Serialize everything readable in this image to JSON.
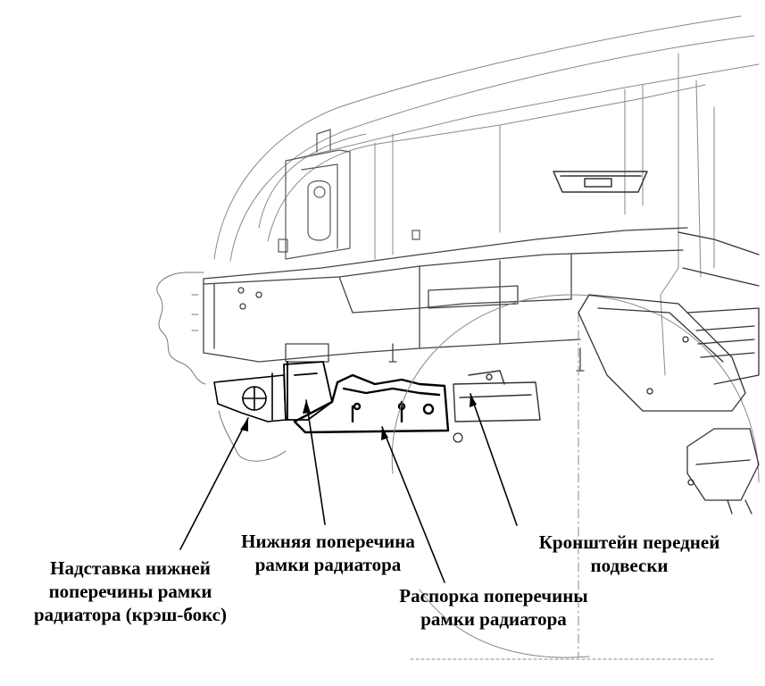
{
  "labels": {
    "crash_box": [
      "Надставка нижней",
      "поперечины рамки",
      "радиатора (крэш-бокс)"
    ],
    "lower_crossmember": [
      "Нижняя поперечина",
      "рамки радиатора"
    ],
    "strut": [
      "Распорка поперечины",
      "рамки радиатора"
    ],
    "bracket": [
      "Кронштейн передней",
      "подвески"
    ]
  },
  "colors": {
    "ink": "#000000",
    "line_light": "#8a8a8a",
    "line_mid": "#5a5a5a"
  }
}
